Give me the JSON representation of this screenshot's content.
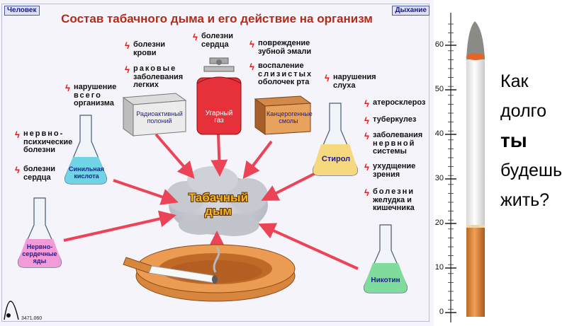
{
  "header": {
    "left_tag": "Человек",
    "right_tag": "Дыхание",
    "title": "Состав табачного дыма и его действие на организм"
  },
  "code": "3471.060",
  "center_label": {
    "line1": "Табачный",
    "line2": "дым"
  },
  "boxes": {
    "polonium": {
      "line1": "Радиоактивный",
      "line2": "полоний"
    },
    "carbon_monoxide": {
      "line1": "Угарный",
      "line2": "газ"
    },
    "carcinogens": {
      "line1": "Канцерогенные",
      "line2": "смолы"
    }
  },
  "flasks": {
    "cyanide": {
      "line1": "Синильная",
      "line2": "кислота"
    },
    "nerve_poisons": {
      "line1": "Нервно-",
      "line2": "сердечные",
      "line3": "яды"
    },
    "styrene": {
      "line1": "Стирол"
    },
    "nicotine": {
      "line1": "Никотин"
    }
  },
  "notes": {
    "whole_body": {
      "line1": "нарушение",
      "line2": "всего",
      "line3": "организма"
    },
    "neuro": {
      "line1": "нервно-",
      "line2": "психические",
      "line3": "болезни"
    },
    "heart_left": {
      "line1": "болезни",
      "line2": "сердца"
    },
    "blood": {
      "line1": "болезни",
      "line2": "крови"
    },
    "lung_cancer": {
      "line1": "раковые",
      "line2": "заболевания",
      "line3": "легких"
    },
    "heart_top": {
      "line1": "болезни",
      "line2": "сердца"
    },
    "enamel": {
      "line1": "повреждение",
      "line2": "зубной эмали"
    },
    "mucosa": {
      "line1": "воспаление",
      "line2": "слизистых",
      "line3": "оболочек рта"
    },
    "hearing": {
      "line1": "нарушения",
      "line2": "слуха"
    },
    "atherosclerosis": {
      "line1": "атеросклероз"
    },
    "tuberculosis": {
      "line1": "туберкулез"
    },
    "nervous": {
      "line1": "заболевания",
      "line2": "нервной",
      "line3": "системы"
    },
    "vision": {
      "line1": "ухудщение",
      "line2": "зрения"
    },
    "stomach": {
      "line1": "болезни",
      "line2": "желудка и",
      "line3": "кишечника"
    }
  },
  "ruler": {
    "ticks": [
      "60",
      "50",
      "40",
      "30",
      "20",
      "10",
      "0"
    ]
  },
  "question": {
    "line1": "Как",
    "line2": "долго",
    "line3": "ты",
    "line4": "будешь",
    "line5": "жить?"
  },
  "colors": {
    "title": "#b42a18",
    "arrow": "#ec4357",
    "bolt": "#e11a1a",
    "smoke_label": "#f6b624"
  }
}
